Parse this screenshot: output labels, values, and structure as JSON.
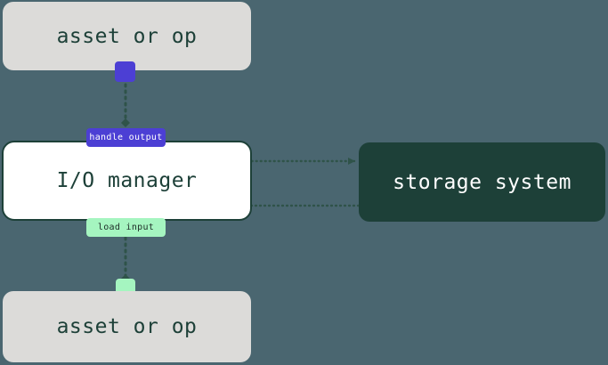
{
  "diagram": {
    "background_color": "#4a6670",
    "nodes": [
      {
        "id": "asset-top",
        "label": "asset or op",
        "fill": "#dcdbd9",
        "text_color": "#1d4038"
      },
      {
        "id": "io-manager",
        "label": "I/O manager",
        "fill": "#ffffff",
        "border_color": "#1d4038",
        "text_color": "#1d4038"
      },
      {
        "id": "storage-system",
        "label": "storage system",
        "fill": "#1d4038",
        "text_color": "#ffffff"
      },
      {
        "id": "asset-bottom",
        "label": "asset or op",
        "fill": "#dcdbd9",
        "text_color": "#1d4038"
      }
    ],
    "ports": [
      {
        "id": "output-port",
        "color": "#4c3fd4"
      },
      {
        "id": "input-port",
        "color": "#a5f5c0"
      }
    ],
    "edge_labels": [
      {
        "id": "handle-output",
        "text": "handle output",
        "fill": "#4c3fd4",
        "text_color": "#ffffff"
      },
      {
        "id": "load-input",
        "text": "load input",
        "fill": "#a5f5c0",
        "text_color": "#1d2b26"
      }
    ],
    "edges": [
      {
        "id": "asset-to-handle-output",
        "from": "asset-top",
        "to": "handle-output",
        "style": "dotted",
        "marker": "diamond"
      },
      {
        "id": "handle-output-to-storage",
        "from": "handle-output",
        "to": "storage-system",
        "style": "dotted",
        "marker": "arrow"
      },
      {
        "id": "storage-to-load-input",
        "from": "storage-system",
        "to": "load-input",
        "style": "dotted",
        "marker": "arrow"
      },
      {
        "id": "load-input-to-asset",
        "from": "load-input",
        "to": "asset-bottom",
        "style": "dotted",
        "marker": "diamond"
      }
    ],
    "edge_color": "#2f5349"
  }
}
